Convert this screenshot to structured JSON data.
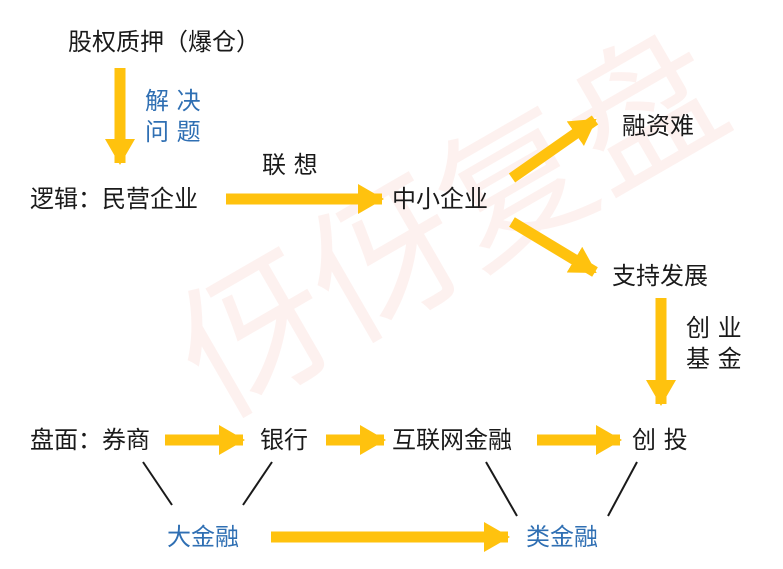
{
  "watermark": "伢伢复盘",
  "colors": {
    "arrow": "#FFC20E",
    "connector": "#1a1a1a",
    "blue_text": "#2f6fb3"
  },
  "nodes": {
    "pledge": "股权质押（爆仓）",
    "logic": "逻辑：民营企业",
    "sme": "中小企业",
    "financing": "融资难",
    "support": "支持发展",
    "market": "盘面：券商",
    "bank": "银行",
    "internet_finance": "互联网金融",
    "venture": "创 投",
    "big_finance": "大金融",
    "quasi_finance": "类金融"
  },
  "edge_labels": {
    "solve_line1": "解 决",
    "solve_line2": "问 题",
    "association": "联 想",
    "fund_line1": "创 业",
    "fund_line2": "基 金"
  }
}
